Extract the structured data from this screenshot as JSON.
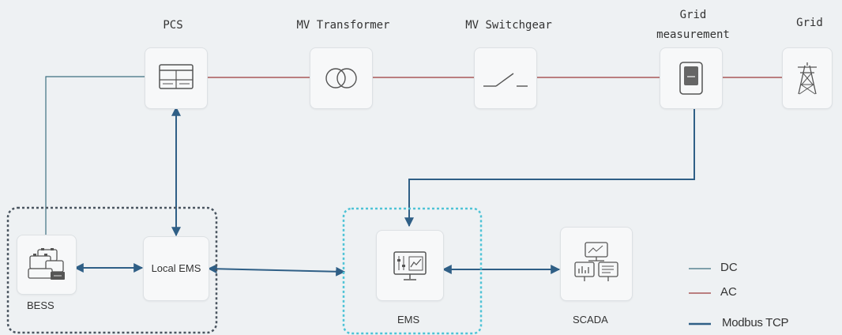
{
  "nodes": {
    "pcs": {
      "label": "PCS"
    },
    "mv_transformer": {
      "label": "MV Transformer"
    },
    "mv_switchgear": {
      "label": "MV Switchgear"
    },
    "grid_measurement": {
      "label_line1": "Grid",
      "label_line2": "measurement"
    },
    "grid": {
      "label": "Grid"
    },
    "bess": {
      "label": "BESS"
    },
    "local_ems": {
      "label": "Local EMS"
    },
    "ems": {
      "label": "EMS"
    },
    "scada": {
      "label": "SCADA"
    }
  },
  "legend": {
    "dc": {
      "label": "DC",
      "color": "#3d7080"
    },
    "ac": {
      "label": "AC",
      "color": "#9b3a3a"
    },
    "modbus": {
      "label": "Modbus TCP",
      "color": "#2f5f86"
    }
  },
  "colors": {
    "dc_line": "#3d7080",
    "ac_line": "#9b3a3a",
    "modbus_line": "#2f5f86",
    "local_group_border": "#4a5560",
    "ems_group_border": "#4fc3d6"
  },
  "icons": {
    "pcs": "inverter-panel-icon",
    "mv_transformer": "transformer-icon",
    "mv_switchgear": "switch-icon",
    "grid_measurement": "meter-icon",
    "grid": "transmission-tower-icon",
    "bess": "battery-storage-icon",
    "ems": "dashboard-icon",
    "scada": "computer-network-icon"
  }
}
